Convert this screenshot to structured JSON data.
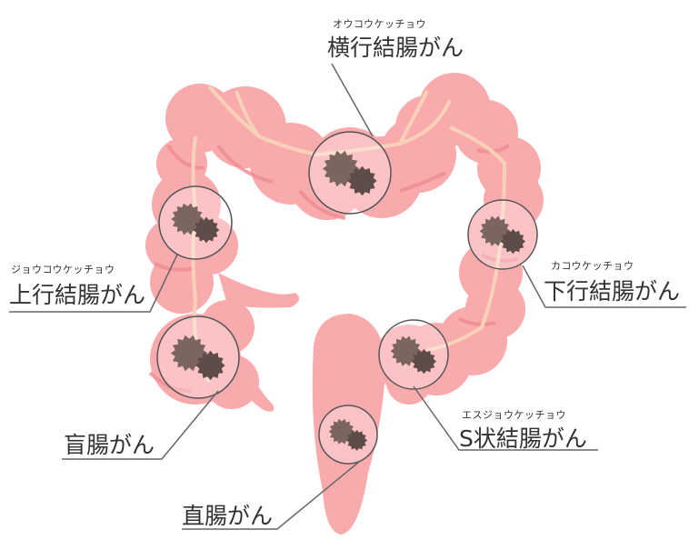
{
  "title": "大腸がんの種類",
  "colors": {
    "colon": "#f9aaac",
    "colon_dark": "#ef8c92",
    "vessel": "#f8d2b8",
    "tumor": "#7a655f",
    "leader": "#555555"
  },
  "labels": {
    "transverse": {
      "ruby": "オウコウケッチョウ",
      "name": "横行結腸がん"
    },
    "ascending": {
      "ruby": "ジョウコウケッチョウ",
      "name": "上行結腸がん"
    },
    "descending": {
      "ruby": "カコウケッチョウ",
      "name": "下行結腸がん"
    },
    "cecum": {
      "name": "盲腸がん"
    },
    "sigmoid": {
      "ruby": "エスジョウケッチョウ",
      "name": "S状結腸がん"
    },
    "rectum": {
      "name": "直腸がん"
    }
  }
}
